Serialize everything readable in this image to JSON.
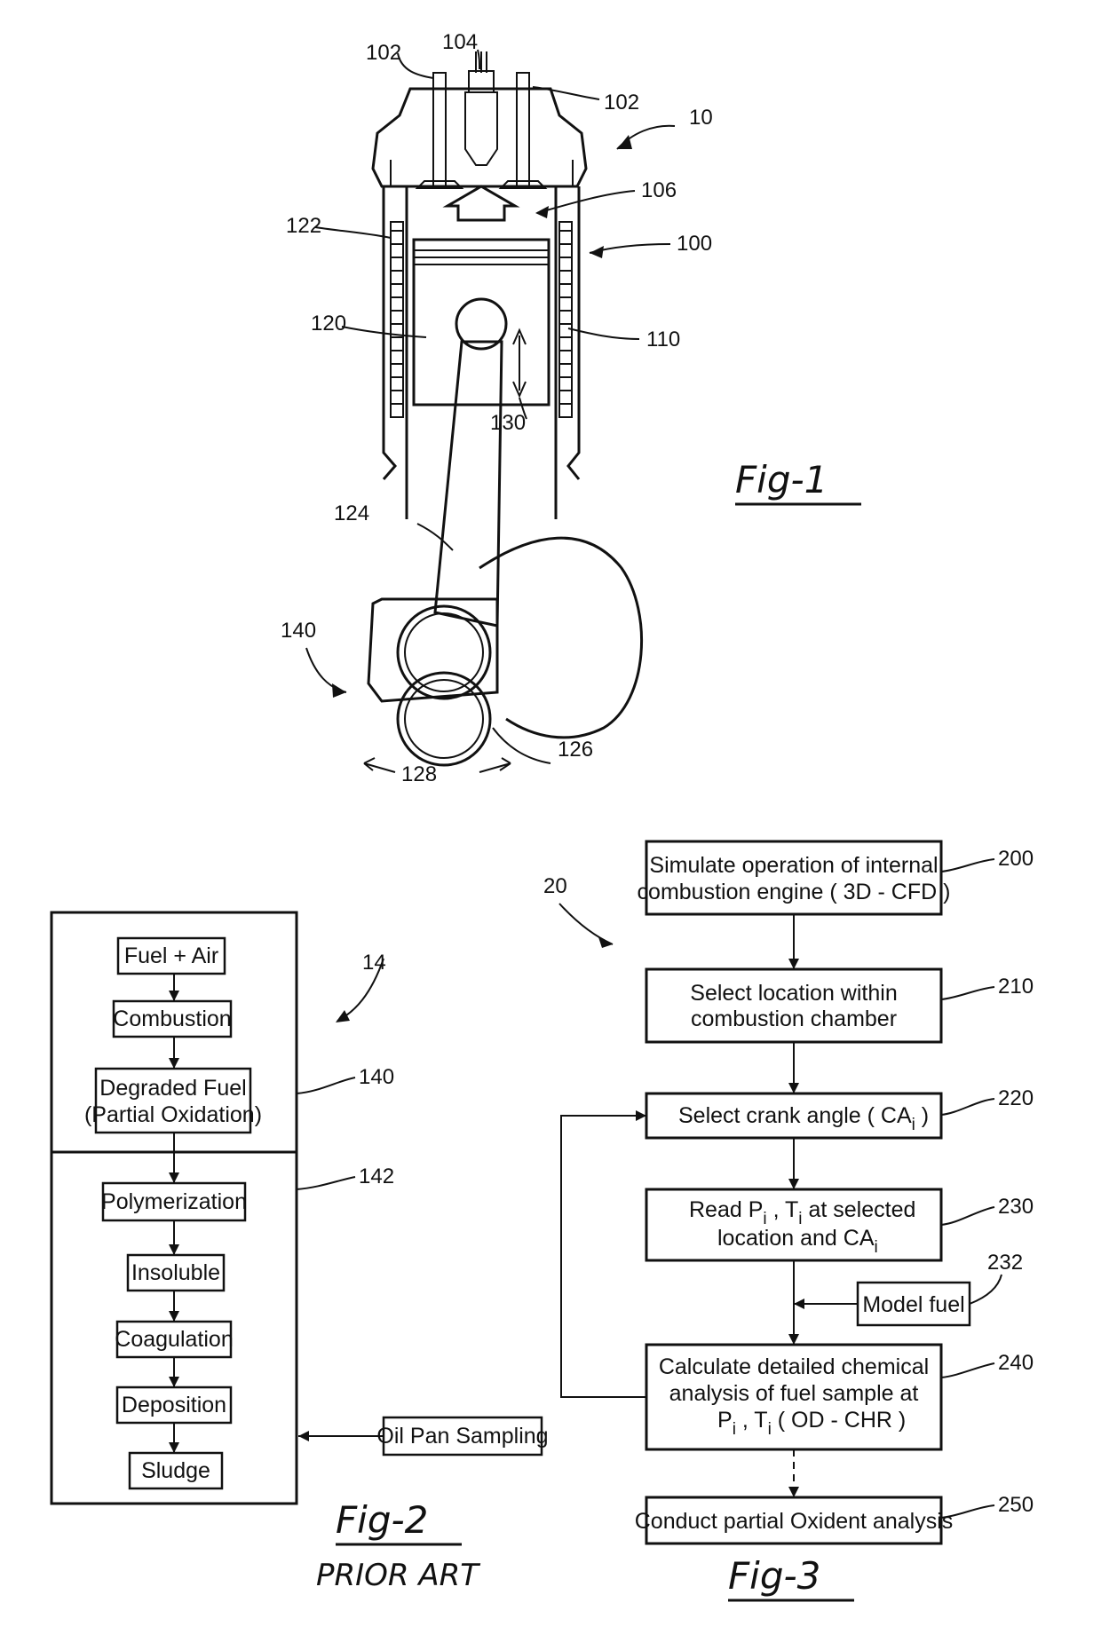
{
  "fig1": {
    "title": "Fig-1",
    "labels": {
      "l102a": "102",
      "l104": "104",
      "l102b": "102",
      "l10": "10",
      "l106": "106",
      "l122": "122",
      "l100": "100",
      "l120": "120",
      "l110": "110",
      "l130": "130",
      "l124": "124",
      "l140": "140",
      "l126": "126",
      "l128": "128"
    }
  },
  "fig2": {
    "title": "Fig-2",
    "subtitle": "PRIOR ART",
    "ref": "14",
    "ref140": "140",
    "ref142": "142",
    "steps": [
      "Fuel + Air",
      "Combustion",
      "Degraded Fuel",
      "(Partial Oxidation)",
      "Polymerization",
      "Insoluble",
      "Coagulation",
      "Deposition",
      "Sludge"
    ],
    "sampling": "Oil Pan Sampling"
  },
  "fig3": {
    "title": "Fig-3",
    "ref": "20",
    "steps": [
      {
        "ref": "200",
        "lines": [
          "Simulate operation of internal",
          "combustion engine ( 3D - CFD )"
        ]
      },
      {
        "ref": "210",
        "lines": [
          "Select location within",
          "combustion chamber"
        ]
      },
      {
        "ref": "220",
        "lines": [
          "Select crank angle ( CA",
          "i",
          " )"
        ]
      },
      {
        "ref": "230",
        "lines": [
          "Read P",
          "i",
          " , T",
          "i",
          "  at selected",
          "location and CA",
          "i"
        ]
      },
      {
        "ref": "240",
        "lines": [
          "Calculate detailed chemical",
          "analysis of fuel sample at",
          "P",
          "i",
          " , T",
          "i",
          " ( OD - CHR )"
        ]
      },
      {
        "ref": "250",
        "lines": [
          "Conduct partial Oxident analysis"
        ]
      }
    ],
    "model_fuel": {
      "ref": "232",
      "label": "Model fuel"
    }
  }
}
